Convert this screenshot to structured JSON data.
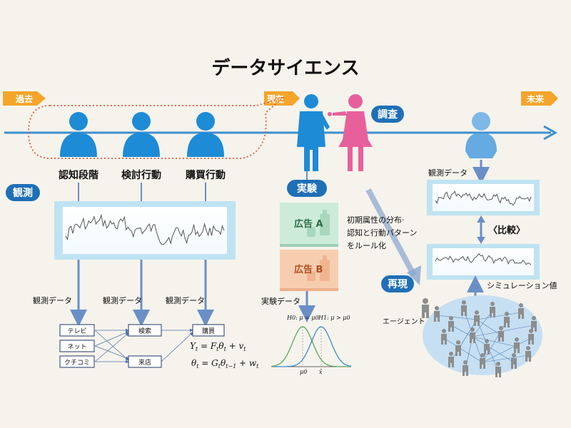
{
  "title": "データサイエンス",
  "timeline": {
    "past": "過去",
    "present": "現在",
    "future": "未来",
    "survey": "調査"
  },
  "stages": [
    "認知段階",
    "検討行動",
    "購買行動"
  ],
  "observation": {
    "label": "観測",
    "data_label": "観測データ"
  },
  "model": {
    "inputs": [
      "テレビ",
      "ネット",
      "クチコミ"
    ],
    "search": "検索",
    "visit": "来店",
    "purchase": "購買",
    "eq1": "Yt = FtθT + vt",
    "eq2": "θt = Gtθt−1 + wt"
  },
  "experiment": {
    "label": "実験",
    "ad_a": "広告 A",
    "ad_b": "広告 B",
    "data_label": "実験データ",
    "h0": "H0: μ = μ0",
    "h1": "H1: μ > μ0",
    "mu0": "μ0",
    "xbar": "x̄"
  },
  "rule": {
    "line1": "初期属性の分布·",
    "line2": "認知と行動パターン",
    "line3": "をルール化"
  },
  "comparison": {
    "observed": "観測データ",
    "compare": "〈比較〉",
    "reproduce": "再現",
    "simulated": "シミュレーション値",
    "agent": "エージェント"
  },
  "colors": {
    "background": "#f5f3ec",
    "timeline": "#3d8fcf",
    "person_blue": "#1e8bd6",
    "person_pink": "#e8609b",
    "flag": "#f4a52a",
    "label_bg": "#1f6fb7",
    "panel": "#bfe3f2",
    "arrow": "#6a8fc7",
    "dotted": "#e05a3a",
    "agent_gray": "#8d8d8d"
  }
}
